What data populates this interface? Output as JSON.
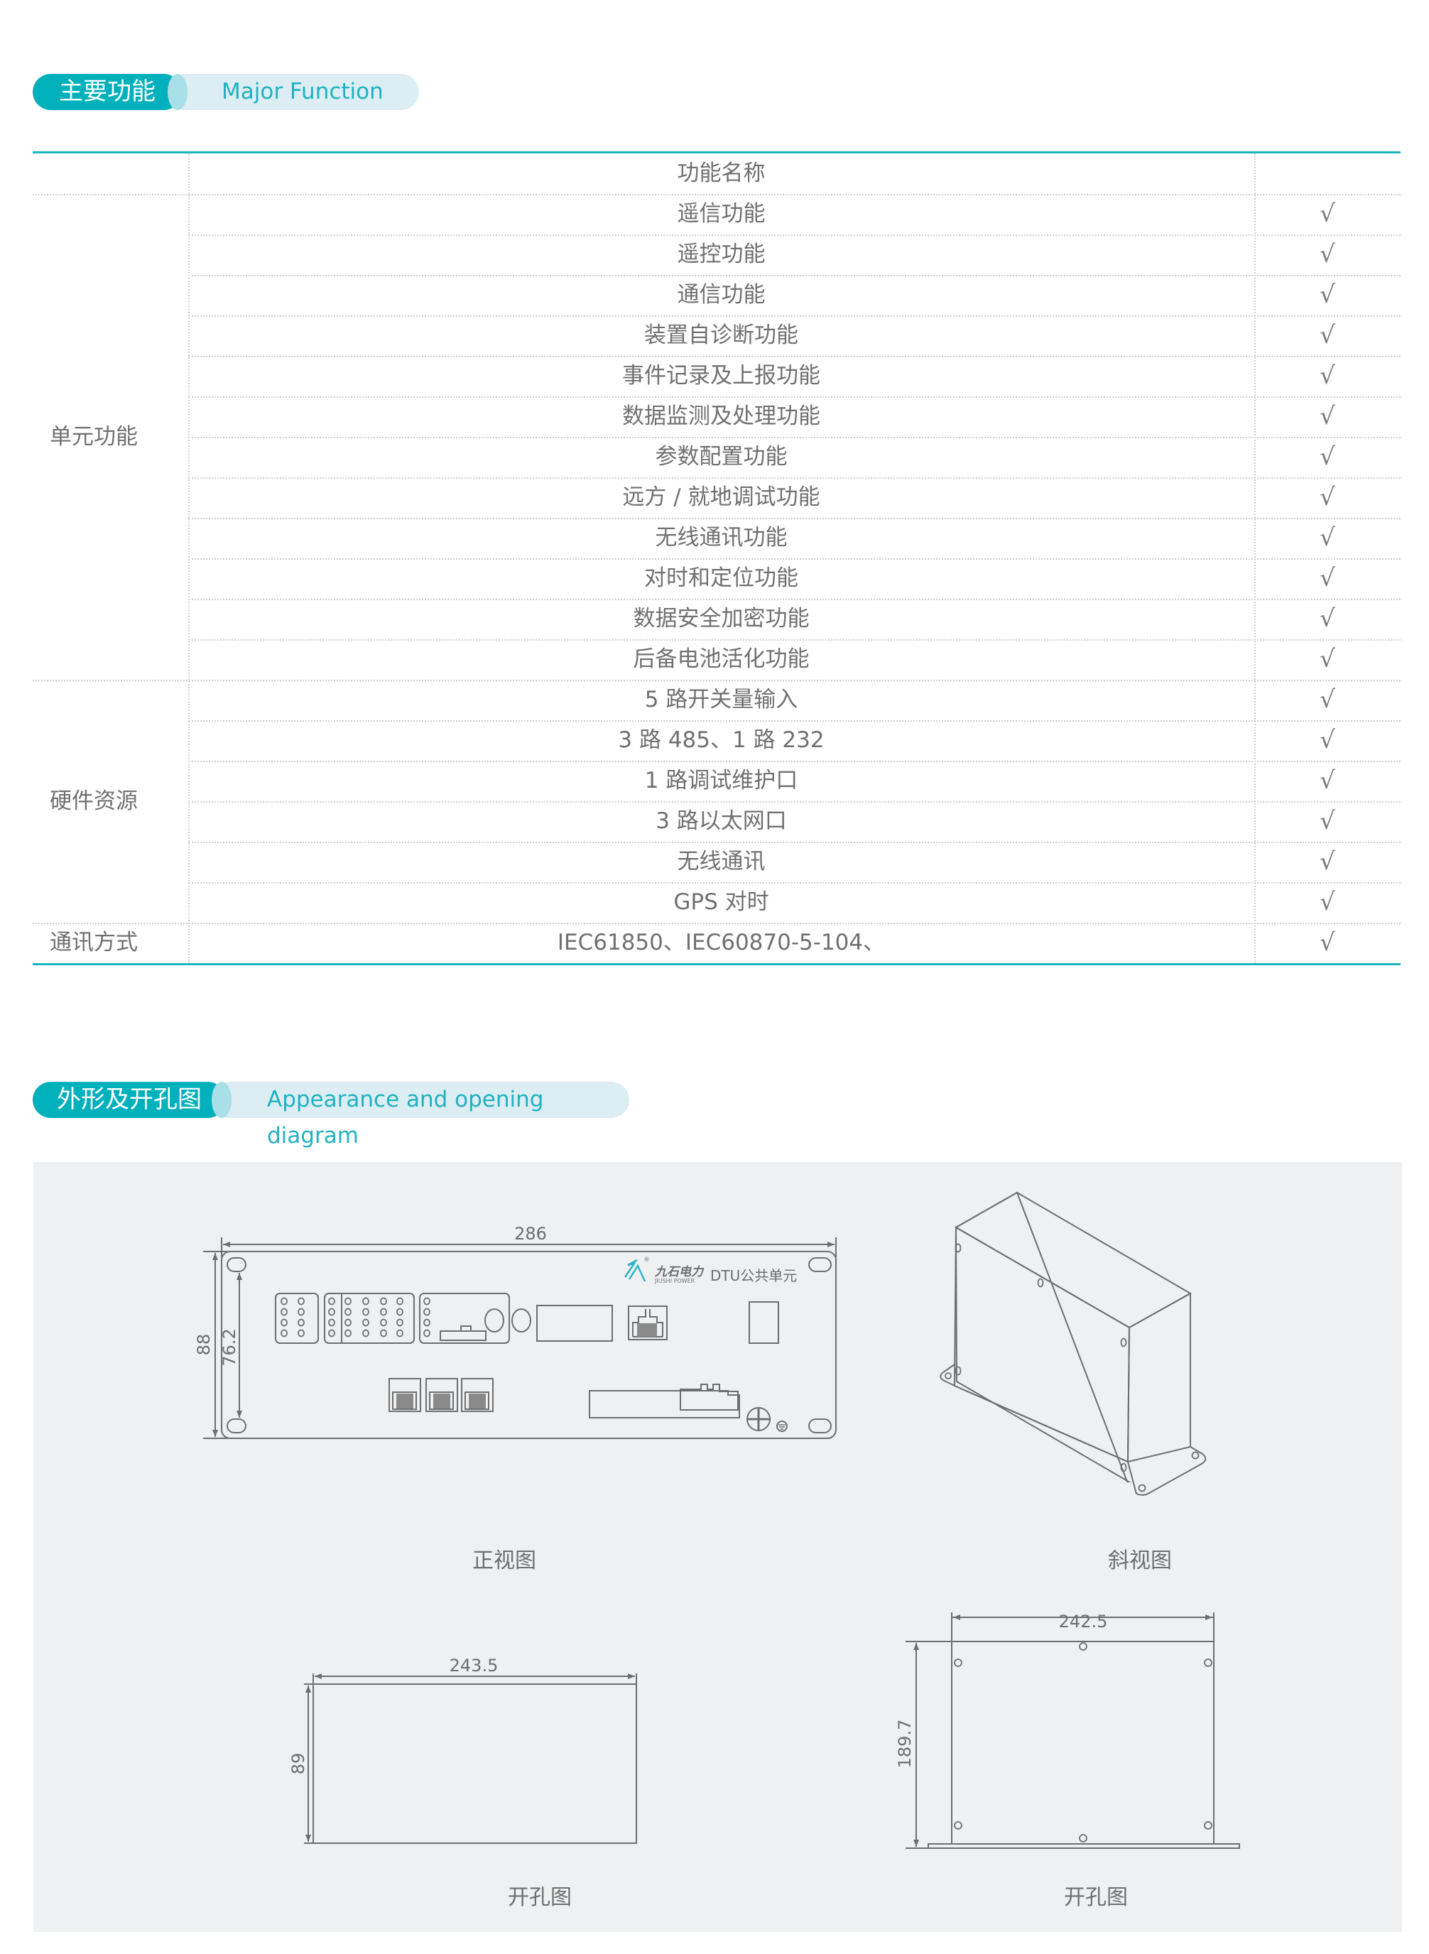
{
  "sections": {
    "major_function": {
      "title_cn": "主要功能",
      "title_en": "Major Function"
    },
    "appearance": {
      "title_cn": "外形及开孔图",
      "title_en": "Appearance and opening diagram"
    }
  },
  "colors": {
    "accent": "#00b1bc",
    "accent_light": "#dcedf4",
    "text": "#707070",
    "panel_bg": "#eff0f2",
    "line": "#6e6e6e"
  },
  "table": {
    "header": {
      "name": "功能名称",
      "check": ""
    },
    "check_symbol": "√",
    "groups": [
      {
        "label": "单元功能",
        "rows": [
          {
            "name": "遥信功能",
            "check": "√"
          },
          {
            "name": "遥控功能",
            "check": "√"
          },
          {
            "name": "通信功能",
            "check": "√"
          },
          {
            "name": "装置自诊断功能",
            "check": "√"
          },
          {
            "name": "事件记录及上报功能",
            "check": "√"
          },
          {
            "name": "数据监测及处理功能",
            "check": "√"
          },
          {
            "name": "参数配置功能",
            "check": "√"
          },
          {
            "name": "远方 / 就地调试功能",
            "check": "√"
          },
          {
            "name": "无线通讯功能",
            "check": "√"
          },
          {
            "name": "对时和定位功能",
            "check": "√"
          },
          {
            "name": "数据安全加密功能",
            "check": "√"
          },
          {
            "name": "后备电池活化功能",
            "check": "√"
          }
        ]
      },
      {
        "label": "硬件资源",
        "rows": [
          {
            "name": "5 路开关量输入",
            "check": "√"
          },
          {
            "name": "3 路 485、1 路 232",
            "check": "√"
          },
          {
            "name": "1 路调试维护口",
            "check": "√"
          },
          {
            "name": "3 路以太网口",
            "check": "√"
          },
          {
            "name": "无线通讯",
            "check": "√"
          },
          {
            "name": "GPS 对时",
            "check": "√"
          }
        ]
      },
      {
        "label": "通讯方式",
        "rows": [
          {
            "name": "IEC61850、IEC60870-5-104、",
            "check": "√"
          }
        ]
      }
    ]
  },
  "diagrams": {
    "front_view": {
      "caption": "正视图",
      "dim_width": "286",
      "dim_height": "88",
      "dim_hole_spacing": "76.2",
      "brand_cn": "九石电力",
      "brand_en": "JIUSHI POWER",
      "product_label": "DTU公共单元",
      "registered_mark": "®"
    },
    "oblique_view": {
      "caption": "斜视图"
    },
    "cutout_front": {
      "caption": "开孔图",
      "dim_width": "243.5",
      "dim_height": "89"
    },
    "cutout_mount": {
      "caption": "开孔图",
      "dim_width": "242.5",
      "dim_height": "189.7"
    }
  }
}
